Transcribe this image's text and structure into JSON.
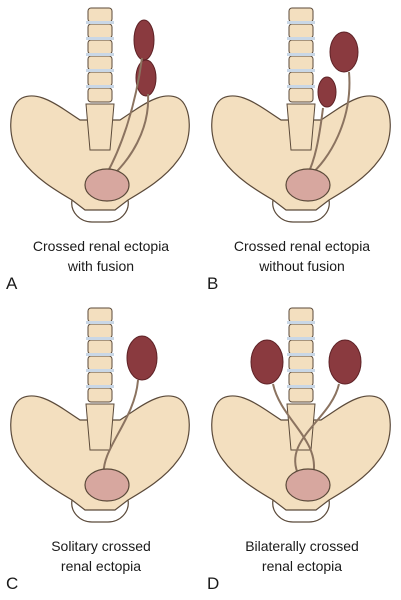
{
  "panels": [
    {
      "letter": "A",
      "caption_line1": "Crossed renal ectopia",
      "caption_line2": "with fusion"
    },
    {
      "letter": "B",
      "caption_line1": "Crossed renal ectopia",
      "caption_line2": "without fusion"
    },
    {
      "letter": "C",
      "caption_line1": "Solitary crossed",
      "caption_line2": "renal ectopia"
    },
    {
      "letter": "D",
      "caption_line1": "Bilaterally crossed",
      "caption_line2": "renal ectopia"
    }
  ],
  "colors": {
    "bone": "#f3dfbf",
    "bone_outline": "#5b4a3a",
    "vertebra_disc": "#c9d7e6",
    "kidney": "#8a3a3f",
    "kidney_dark": "#5e2226",
    "bladder": "#d7a79f",
    "ureter": "#8b7360"
  }
}
